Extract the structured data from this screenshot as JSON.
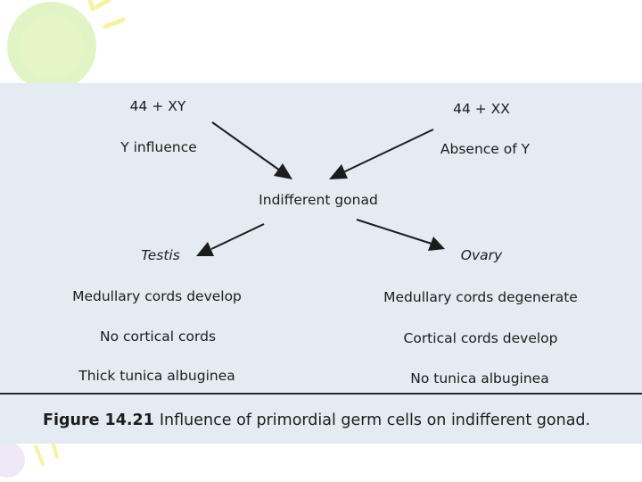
{
  "diagram": {
    "top_left": {
      "karyotype": "44 + XY",
      "influence": "Y influence"
    },
    "top_right": {
      "karyotype": "44 + XX",
      "influence": "Absence of Y"
    },
    "center": "Indifferent gonad",
    "left_outcome": {
      "title": "Testis",
      "features": [
        "Medullary cords develop",
        "No cortical cords",
        "Thick tunica albuginea"
      ]
    },
    "right_outcome": {
      "title": "Ovary",
      "features": [
        "Medullary cords degenerate",
        "Cortical cords develop",
        "No tunica albuginea"
      ]
    }
  },
  "caption": {
    "figure_number": "Figure 14.21",
    "text": "Influence of primordial germ cells on indifferent gonad."
  },
  "colors": {
    "scan_background": "#e4ebf2",
    "text": "#1c1c1c",
    "decor_green": "#d7f0b2",
    "decor_yellow": "#f6f3a0"
  }
}
